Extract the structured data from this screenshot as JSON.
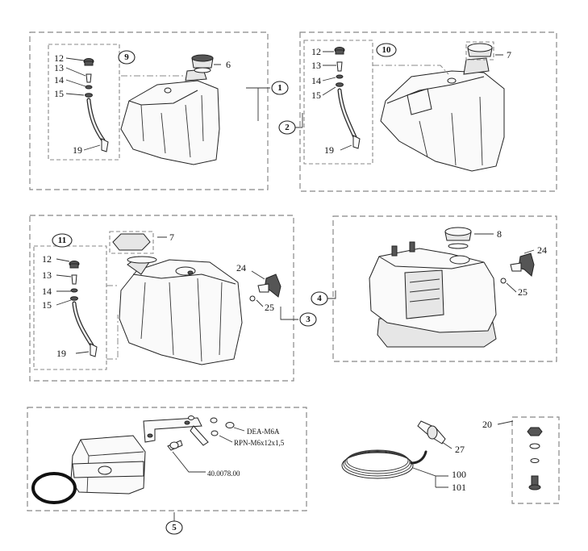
{
  "callouts": {
    "c1": "1",
    "c2": "2",
    "c3": "3",
    "c4": "4",
    "c5": "5",
    "c9": "9",
    "c10": "10",
    "c11": "11"
  },
  "labels": {
    "g1": {
      "p12": "12",
      "p13": "13",
      "p14": "14",
      "p15": "15",
      "p19": "19",
      "p6": "6"
    },
    "g2": {
      "p12": "12",
      "p13": "13",
      "p14": "14",
      "p15": "15",
      "p19": "19",
      "p7": "7"
    },
    "g3": {
      "p7": "7",
      "p12": "12",
      "p13": "13",
      "p14": "14",
      "p15": "15",
      "p19": "19",
      "p24": "24",
      "p25": "25"
    },
    "g4": {
      "p8": "8",
      "p24": "24",
      "p25": "25"
    },
    "g5": {
      "dea": "DEA-M6A",
      "rpn": "RPN-M6x12x1,5",
      "code": "40.0078.00"
    },
    "misc": {
      "p27": "27",
      "p100": "100",
      "p101": "101",
      "p20": "20"
    }
  }
}
